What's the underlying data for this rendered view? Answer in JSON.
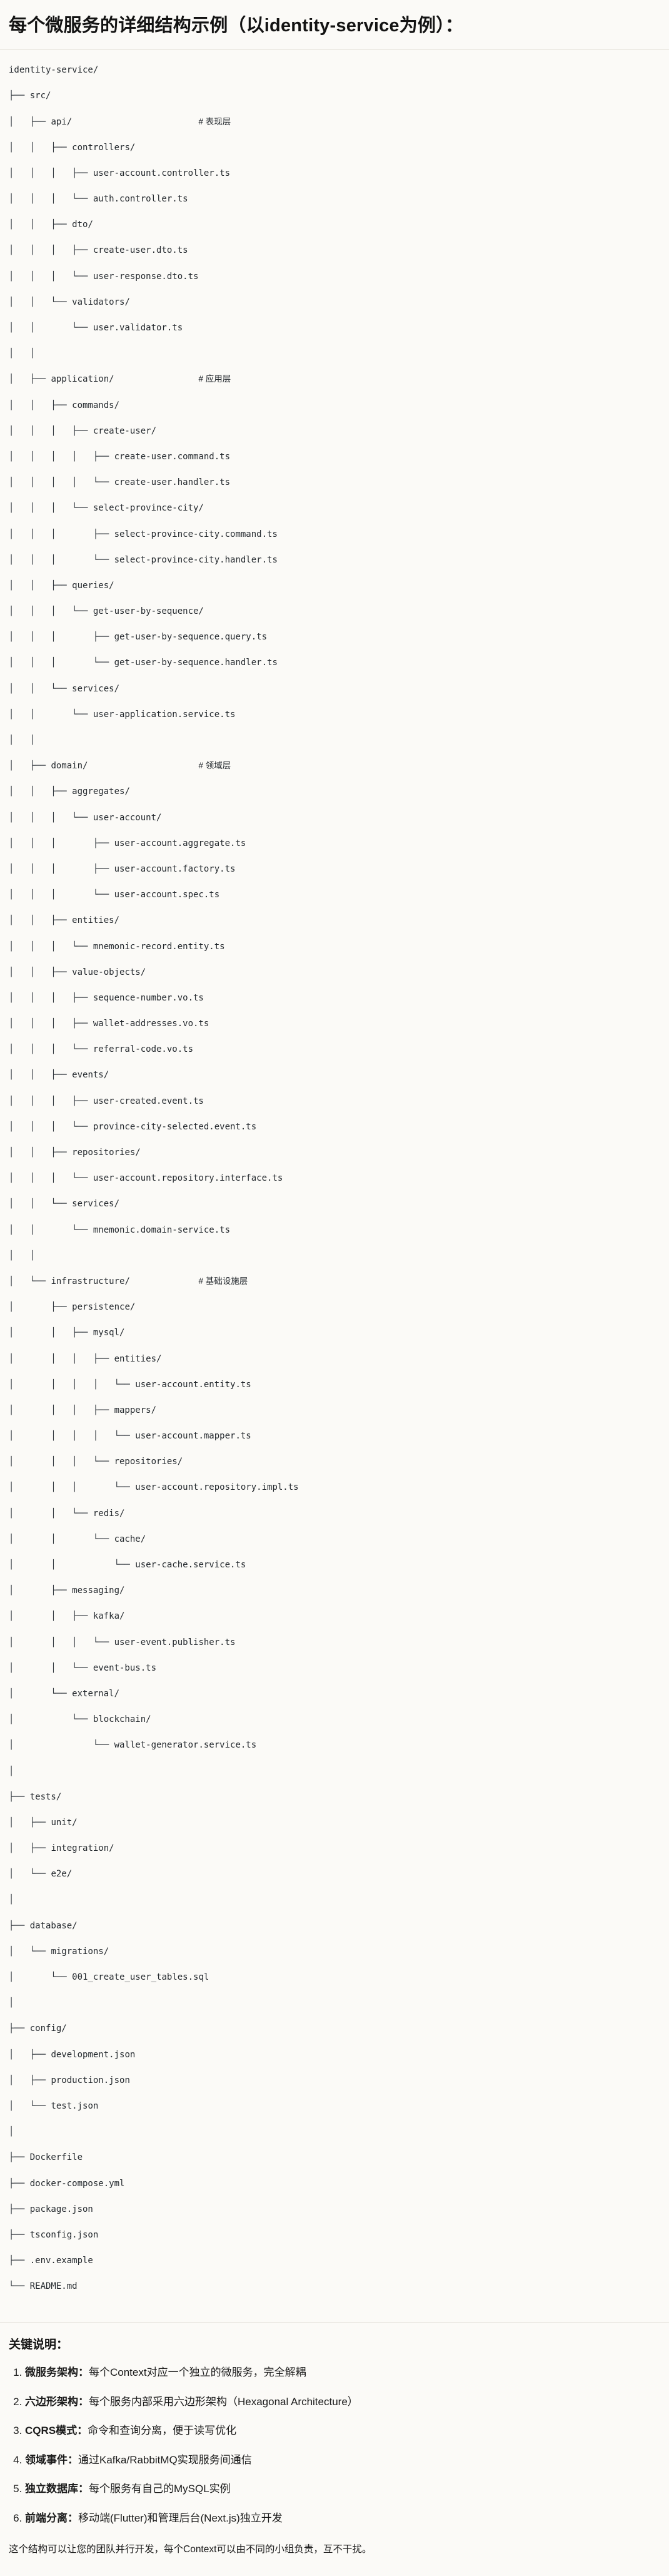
{
  "header": {
    "title": "每个微服务的详细结构示例（以identity-service为例）："
  },
  "tree": {
    "root_label": "identity-service/",
    "lines": [
      {
        "glyph": "",
        "name": "identity-service/",
        "comment": ""
      },
      {
        "glyph": "├── ",
        "name": "src/",
        "comment": ""
      },
      {
        "glyph": "│   ├── ",
        "name": "api/",
        "comment": "# 表现层"
      },
      {
        "glyph": "│   │   ├── ",
        "name": "controllers/",
        "comment": ""
      },
      {
        "glyph": "│   │   │   ├── ",
        "name": "user-account.controller.ts",
        "comment": ""
      },
      {
        "glyph": "│   │   │   └── ",
        "name": "auth.controller.ts",
        "comment": ""
      },
      {
        "glyph": "│   │   ├── ",
        "name": "dto/",
        "comment": ""
      },
      {
        "glyph": "│   │   │   ├── ",
        "name": "create-user.dto.ts",
        "comment": ""
      },
      {
        "glyph": "│   │   │   └── ",
        "name": "user-response.dto.ts",
        "comment": ""
      },
      {
        "glyph": "│   │   └── ",
        "name": "validators/",
        "comment": ""
      },
      {
        "glyph": "│   │       └── ",
        "name": "user.validator.ts",
        "comment": ""
      },
      {
        "glyph": "│   │",
        "name": "",
        "comment": ""
      },
      {
        "glyph": "│   ├── ",
        "name": "application/",
        "comment": "# 应用层"
      },
      {
        "glyph": "│   │   ├── ",
        "name": "commands/",
        "comment": ""
      },
      {
        "glyph": "│   │   │   ├── ",
        "name": "create-user/",
        "comment": ""
      },
      {
        "glyph": "│   │   │   │   ├── ",
        "name": "create-user.command.ts",
        "comment": ""
      },
      {
        "glyph": "│   │   │   │   └── ",
        "name": "create-user.handler.ts",
        "comment": ""
      },
      {
        "glyph": "│   │   │   └── ",
        "name": "select-province-city/",
        "comment": ""
      },
      {
        "glyph": "│   │   │       ├── ",
        "name": "select-province-city.command.ts",
        "comment": ""
      },
      {
        "glyph": "│   │   │       └── ",
        "name": "select-province-city.handler.ts",
        "comment": ""
      },
      {
        "glyph": "│   │   ├── ",
        "name": "queries/",
        "comment": ""
      },
      {
        "glyph": "│   │   │   └── ",
        "name": "get-user-by-sequence/",
        "comment": ""
      },
      {
        "glyph": "│   │   │       ├── ",
        "name": "get-user-by-sequence.query.ts",
        "comment": ""
      },
      {
        "glyph": "│   │   │       └── ",
        "name": "get-user-by-sequence.handler.ts",
        "comment": ""
      },
      {
        "glyph": "│   │   └── ",
        "name": "services/",
        "comment": ""
      },
      {
        "glyph": "│   │       └── ",
        "name": "user-application.service.ts",
        "comment": ""
      },
      {
        "glyph": "│   │",
        "name": "",
        "comment": ""
      },
      {
        "glyph": "│   ├── ",
        "name": "domain/",
        "comment": "# 领域层"
      },
      {
        "glyph": "│   │   ├── ",
        "name": "aggregates/",
        "comment": ""
      },
      {
        "glyph": "│   │   │   └── ",
        "name": "user-account/",
        "comment": ""
      },
      {
        "glyph": "│   │   │       ├── ",
        "name": "user-account.aggregate.ts",
        "comment": ""
      },
      {
        "glyph": "│   │   │       ├── ",
        "name": "user-account.factory.ts",
        "comment": ""
      },
      {
        "glyph": "│   │   │       └── ",
        "name": "user-account.spec.ts",
        "comment": ""
      },
      {
        "glyph": "│   │   ├── ",
        "name": "entities/",
        "comment": ""
      },
      {
        "glyph": "│   │   │   └── ",
        "name": "mnemonic-record.entity.ts",
        "comment": ""
      },
      {
        "glyph": "│   │   ├── ",
        "name": "value-objects/",
        "comment": ""
      },
      {
        "glyph": "│   │   │   ├── ",
        "name": "sequence-number.vo.ts",
        "comment": ""
      },
      {
        "glyph": "│   │   │   ├── ",
        "name": "wallet-addresses.vo.ts",
        "comment": ""
      },
      {
        "glyph": "│   │   │   └── ",
        "name": "referral-code.vo.ts",
        "comment": ""
      },
      {
        "glyph": "│   │   ├── ",
        "name": "events/",
        "comment": ""
      },
      {
        "glyph": "│   │   │   ├── ",
        "name": "user-created.event.ts",
        "comment": ""
      },
      {
        "glyph": "│   │   │   └── ",
        "name": "province-city-selected.event.ts",
        "comment": ""
      },
      {
        "glyph": "│   │   ├── ",
        "name": "repositories/",
        "comment": ""
      },
      {
        "glyph": "│   │   │   └── ",
        "name": "user-account.repository.interface.ts",
        "comment": ""
      },
      {
        "glyph": "│   │   └── ",
        "name": "services/",
        "comment": ""
      },
      {
        "glyph": "│   │       └── ",
        "name": "mnemonic.domain-service.ts",
        "comment": ""
      },
      {
        "glyph": "│   │",
        "name": "",
        "comment": ""
      },
      {
        "glyph": "│   └── ",
        "name": "infrastructure/",
        "comment": "# 基础设施层"
      },
      {
        "glyph": "│       ├── ",
        "name": "persistence/",
        "comment": ""
      },
      {
        "glyph": "│       │   ├── ",
        "name": "mysql/",
        "comment": ""
      },
      {
        "glyph": "│       │   │   ├── ",
        "name": "entities/",
        "comment": ""
      },
      {
        "glyph": "│       │   │   │   └── ",
        "name": "user-account.entity.ts",
        "comment": ""
      },
      {
        "glyph": "│       │   │   ├── ",
        "name": "mappers/",
        "comment": ""
      },
      {
        "glyph": "│       │   │   │   └── ",
        "name": "user-account.mapper.ts",
        "comment": ""
      },
      {
        "glyph": "│       │   │   └── ",
        "name": "repositories/",
        "comment": ""
      },
      {
        "glyph": "│       │   │       └── ",
        "name": "user-account.repository.impl.ts",
        "comment": ""
      },
      {
        "glyph": "│       │   └── ",
        "name": "redis/",
        "comment": ""
      },
      {
        "glyph": "│       │       └── ",
        "name": "cache/",
        "comment": ""
      },
      {
        "glyph": "│       │           └── ",
        "name": "user-cache.service.ts",
        "comment": ""
      },
      {
        "glyph": "│       ├── ",
        "name": "messaging/",
        "comment": ""
      },
      {
        "glyph": "│       │   ├── ",
        "name": "kafka/",
        "comment": ""
      },
      {
        "glyph": "│       │   │   └── ",
        "name": "user-event.publisher.ts",
        "comment": ""
      },
      {
        "glyph": "│       │   └── ",
        "name": "event-bus.ts",
        "comment": ""
      },
      {
        "glyph": "│       └── ",
        "name": "external/",
        "comment": ""
      },
      {
        "glyph": "│           └── ",
        "name": "blockchain/",
        "comment": ""
      },
      {
        "glyph": "│               └── ",
        "name": "wallet-generator.service.ts",
        "comment": ""
      },
      {
        "glyph": "│",
        "name": "",
        "comment": ""
      },
      {
        "glyph": "├── ",
        "name": "tests/",
        "comment": ""
      },
      {
        "glyph": "│   ├── ",
        "name": "unit/",
        "comment": ""
      },
      {
        "glyph": "│   ├── ",
        "name": "integration/",
        "comment": ""
      },
      {
        "glyph": "│   └── ",
        "name": "e2e/",
        "comment": ""
      },
      {
        "glyph": "│",
        "name": "",
        "comment": ""
      },
      {
        "glyph": "├── ",
        "name": "database/",
        "comment": ""
      },
      {
        "glyph": "│   └── ",
        "name": "migrations/",
        "comment": ""
      },
      {
        "glyph": "│       └── ",
        "name": "001_create_user_tables.sql",
        "comment": ""
      },
      {
        "glyph": "│",
        "name": "",
        "comment": ""
      },
      {
        "glyph": "├── ",
        "name": "config/",
        "comment": ""
      },
      {
        "glyph": "│   ├── ",
        "name": "development.json",
        "comment": ""
      },
      {
        "glyph": "│   ├── ",
        "name": "production.json",
        "comment": ""
      },
      {
        "glyph": "│   └── ",
        "name": "test.json",
        "comment": ""
      },
      {
        "glyph": "│",
        "name": "",
        "comment": ""
      },
      {
        "glyph": "├── ",
        "name": "Dockerfile",
        "comment": ""
      },
      {
        "glyph": "├── ",
        "name": "docker-compose.yml",
        "comment": ""
      },
      {
        "glyph": "├── ",
        "name": "package.json",
        "comment": ""
      },
      {
        "glyph": "├── ",
        "name": "tsconfig.json",
        "comment": ""
      },
      {
        "glyph": "├── ",
        "name": ".env.example",
        "comment": ""
      },
      {
        "glyph": "└── ",
        "name": "README.md",
        "comment": ""
      }
    ]
  },
  "notes": {
    "title": "关键说明：",
    "items": [
      {
        "term": "微服务架构",
        "sep": "：",
        "desc": "每个Context对应一个独立的微服务，完全解耦"
      },
      {
        "term": "六边形架构",
        "sep": "：",
        "desc": "每个服务内部采用六边形架构（Hexagonal Architecture）"
      },
      {
        "term": "CQRS模式",
        "sep": "：",
        "desc": "命令和查询分离，便于读写优化"
      },
      {
        "term": "领域事件",
        "sep": "：",
        "desc": "通过Kafka/RabbitMQ实现服务间通信"
      },
      {
        "term": "独立数据库",
        "sep": "：",
        "desc": "每个服务有自己的MySQL实例"
      },
      {
        "term": "前端分离",
        "sep": "：",
        "desc": "移动端(Flutter)和管理后台(Next.js)独立开发"
      }
    ],
    "closing": "这个结构可以让您的团队并行开发，每个Context可以由不同的小组负责，互不干扰。"
  },
  "colors": {
    "background": "#fbfaf7",
    "text": "#1b1b1b",
    "code_text": "#24292e",
    "divider": "#e6e3dc"
  }
}
